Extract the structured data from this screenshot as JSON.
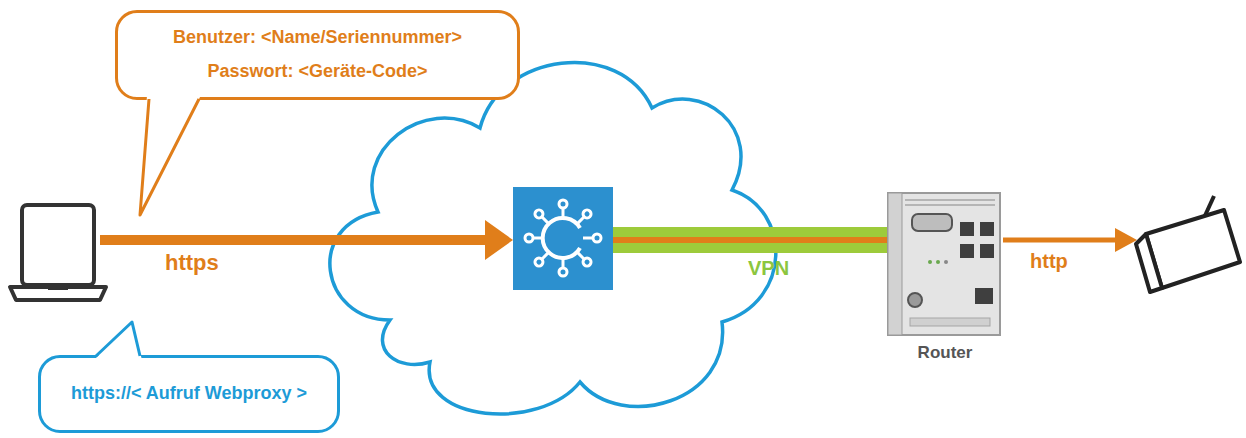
{
  "diagram": {
    "nodes": [
      {
        "text": [
          "Benutzer: <Name/Seriennummer>",
          "Passwort: <Geräte-Code>"
        ]
      },
      {
        "text": [
          "https://< Aufruf Webproxy >"
        ]
      },
      {
        "text": [
          "Router"
        ]
      }
    ],
    "labels": [
      "https",
      "VPN",
      "http"
    ]
  }
}
